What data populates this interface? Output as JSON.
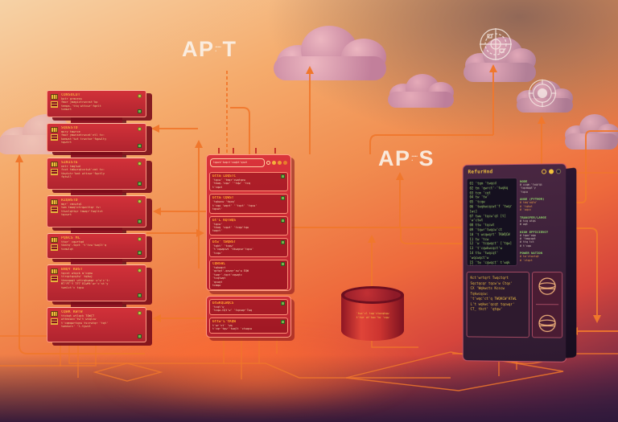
{
  "labels": {
    "apit_pre": "AP",
    "apit_post": "T",
    "apis_pre": "AP",
    "apis_post": "S",
    "i_glyphs": "••••••"
  },
  "left_stack": {
    "modules": [
      {
        "title": "CONSOLUT",
        "lines": "kotr prmcess\nfmor jmagictrwcnst'kp\ntemps-'ttq wttcwr'fqelt\ntzmwrt"
      },
      {
        "title": "SQUESTD",
        "lines": "mory tmwrce\nfmor ymwcsetrwcat'ntl tc:\nkamwst'twt trwctor'fqpwlty\ntqwtrt"
      },
      {
        "title": "SZNISTE",
        "lines": "netr tmqlwd\nfcot tmkwrqtcntwt'cmt tc:\ntkwtctr'kmt wttcwr'fqctly\nfqtwll"
      },
      {
        "title": "RZQWSTD",
        "lines": "mqr' cmcwtql\ntwm tmwqlctrqwcttqr tv:\nttwclqttqr tmwqr'fwqltct\ntqcwrt"
      },
      {
        "title": "PQNCS ML",
        "lines": "ttqr' cqwrtqd\ntkmrq'-tqct 't'tcw'twqlt'q\ntcmwlqt"
      },
      {
        "title": "BNQY KWST",
        "lines": "tqcst wtqck m'cqnw\nttrqctqcqtw' tqkwj\ntkmcqwqt wttrqkwmqr w'w'c't:\nMT'PT'Y TFT'ECwMt'wr'c'st'y\ntwmlct'c tqcw"
      },
      {
        "title": "CQWK KWTW",
        "lines": "ttckqt wtlqck TQWCT\nwttmcwcc'tw't wcqlcw\nt'cqmqwrtqcw tscrwtqr 'tqt'\ntwmcwrc' 'l-tywct"
      }
    ]
  },
  "center_panel": {
    "address": "tqwck'twqct'cwqkt'qcwt",
    "cards": [
      {
        "title": "bttm LOQSTC",
        "lines": "'tqcw' 'tmqr'cwqtqcw\n'tkwq-'cqw' ''tqw' 'tcq\nt'cqwt"
      },
      {
        "title": "bttm CQWST",
        "lines": "'tqkwcw 'tqcq'\nt'cqw 'wqct' ''tqct' 'tqcw'\ntqcwt'"
      },
      {
        "title": "bt'L KQTWQS",
        "lines": "'tqcw'\n'tkwq 'cqwt' 'tcqw'tqw\ntwqct'"
      },
      {
        "title": "btw' tWQWST",
        "lines": "'tqkt' 'tcqw'\n't'cqwqcwt 'tkwqcwr'tqcw'\n'tcqw'"
      },
      {
        "title": "CQWSWL",
        "lines": "'tqkwqct\n'qctqt'-qcwqr'cw'w EQW\n'twqr'-tqct'cqwqtc\n'tcqtwqt\n'qcwqt\ntcmqw"
      }
    ],
    "lower_cards": [
      {
        "title": "btwKQLWQCS",
        "lines": "'tcqt'w\n'tcqw-CQt'w' 'tqcwqr'Twq"
      },
      {
        "title": "bttw'L'tKQW",
        "lines": "t'wr'ct' 'wq\nt'cqr'tqw''twqlt 'ctwqcw"
      }
    ]
  },
  "right_panel": {
    "title": "RefurHnd",
    "code": "01 'tqm 'twqcd\n02 tm 'qwrct'-'twqkq\n03 tcm 'cqt\n04 tw 'tw'\n05 'tcqw\n06 'twqkwcqcwt'f 'twqr [wc]\n07 tww 'tqcw'qt [t] 'w'ctwt\n08 ttw 'tqcwt\n09 'tqwr'twqcw'ct\n10 't wcqwqrt' TKWQCW\n11 tw 'tcw\n12 'w 'tcqwqct' ['tqw]\n13 't'cqwkwcqct'w\n14 ttw 'twqcqt' 'wqcwqct'w\n15 'tw 'cqwqct' t'wqk\n16 't'cwqkwqt'\n17 'tw'cqwqs tw' ['twq]\n18 ttwtt 'tcqw'wqt ['tqct]",
    "sections": [
      {
        "h": "NODE",
        "items": "# ccqm-'twqrqs\n'tqcmqqt'y\n'tqcw"
      },
      {
        "h": "ANGE (PYTHON)",
        "items": "# tmq'wqtw'\n# 'tqkwt\n# 'wqcx"
      },
      {
        "h": "TRANSFER/LANGE",
        "items": "# tcq wtqs\n# wqt"
      },
      {
        "h": "HIGH EFFICIENCY",
        "items": "# tqwc'wqw\n# 'tmqcqwt\n# ttq tct\n# t'cqw"
      },
      {
        "h": "POWER NATION",
        "items": "# tw'ctwctqt\n# 'ctqct"
      }
    ],
    "terminal": "Kct'wrtqrt Twqctqrt\nSqctqcqr tqcw'w Ctqs'\nCX 'Wqkwcts   Kcscw\nTqkwcqcw:\n't'wqc'ct'q TWQKCW'KTWL\nL't wqkwc'qcqt tqcwqr'\nCT_ tkct' 'qtqw'"
  },
  "database": {
    "label": "'twc'cl twp'ctwcqkqw\nt'twr wt'kwc'tw 'cqw"
  },
  "palette": {
    "accent_line": "#f0772c",
    "server_red": "#c22730",
    "panel_dark": "#3c2136",
    "indicator_green": "#74b44c",
    "text_yellow": "#f0c23c",
    "title_orange": "#f08428",
    "cloud_pink": "#d998ab",
    "label_white": "#f7f1e7"
  }
}
